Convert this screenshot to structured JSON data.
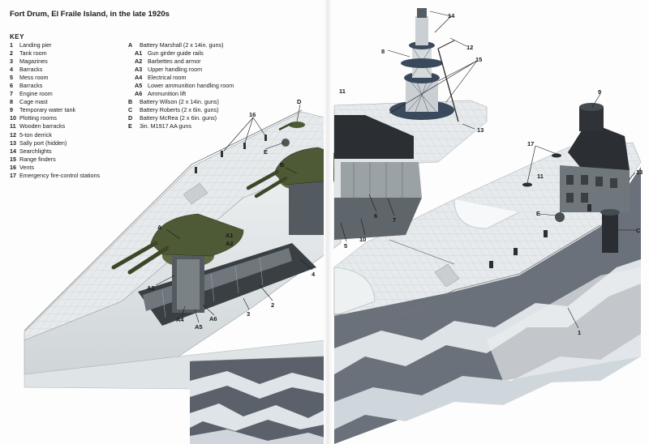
{
  "title": "Fort Drum, El Fraile Island, in the late 1920s",
  "key_heading": "KEY",
  "key_numbered": [
    {
      "id": "1",
      "text": "Landing pier"
    },
    {
      "id": "2",
      "text": "Tank room"
    },
    {
      "id": "3",
      "text": "Magazines"
    },
    {
      "id": "4",
      "text": "Barracks"
    },
    {
      "id": "5",
      "text": "Mess room"
    },
    {
      "id": "6",
      "text": "Barracks"
    },
    {
      "id": "7",
      "text": "Engine room"
    },
    {
      "id": "8",
      "text": "Cage mast"
    },
    {
      "id": "9",
      "text": "Temporary water tank"
    },
    {
      "id": "10",
      "text": "Plotting rooms"
    },
    {
      "id": "11",
      "text": "Wooden barracks"
    },
    {
      "id": "12",
      "text": "5-ton derrick"
    },
    {
      "id": "13",
      "text": "Sally port (hidden)"
    },
    {
      "id": "14",
      "text": "Searchlights"
    },
    {
      "id": "15",
      "text": "Range finders"
    },
    {
      "id": "16",
      "text": "Vents"
    },
    {
      "id": "17",
      "text": "Emergency fire-control stations"
    }
  ],
  "key_lettered": [
    {
      "id": "A",
      "text": "Battery Marshall (2 x 14in. guns)",
      "sub": false
    },
    {
      "id": "A1",
      "text": "Gun girder guide rails",
      "sub": true
    },
    {
      "id": "A2",
      "text": "Barbettes and armor",
      "sub": true
    },
    {
      "id": "A3",
      "text": "Upper handling room",
      "sub": true
    },
    {
      "id": "A4",
      "text": "Electrical room",
      "sub": true
    },
    {
      "id": "A5",
      "text": "Lower ammunition handling room",
      "sub": true
    },
    {
      "id": "A6",
      "text": "Ammunition lift",
      "sub": true
    },
    {
      "id": "B",
      "text": "Battery Wilson (2 x 14in. guns)",
      "sub": false
    },
    {
      "id": "C",
      "text": "Battery Roberts (2 x 6in. guns)",
      "sub": false
    },
    {
      "id": "D",
      "text": "Battery McRea (2 x 6in. guns)",
      "sub": false
    },
    {
      "id": "E",
      "text": "3in. M1917 AA guns",
      "sub": false
    }
  ],
  "callouts": {
    "c1": "1",
    "c2": "2",
    "c3": "3",
    "c4": "4",
    "c5": "5",
    "c6": "6",
    "c7": "7",
    "c8": "8",
    "c9": "9",
    "c10": "10",
    "c11a": "11",
    "c11b": "11",
    "c12": "12",
    "c13a": "13",
    "c13b": "13",
    "c14": "14",
    "c15": "15",
    "c16": "16",
    "c17": "17",
    "cA": "A",
    "cA1": "A1",
    "cA2": "A2",
    "cA3": "A3",
    "cA4": "A4",
    "cA5": "A5",
    "cA6": "A6",
    "cB": "B",
    "cC": "C",
    "cD": "D",
    "cE1": "E",
    "cE2": "E"
  },
  "colors": {
    "concrete": "#e4e8ea",
    "concrete_shade": "#c6cdd1",
    "camouflage_dark": "#3f4650",
    "gun_olive": "#4e5a35",
    "structure_dark": "#2b2f33",
    "text": "#1a1a1a"
  }
}
